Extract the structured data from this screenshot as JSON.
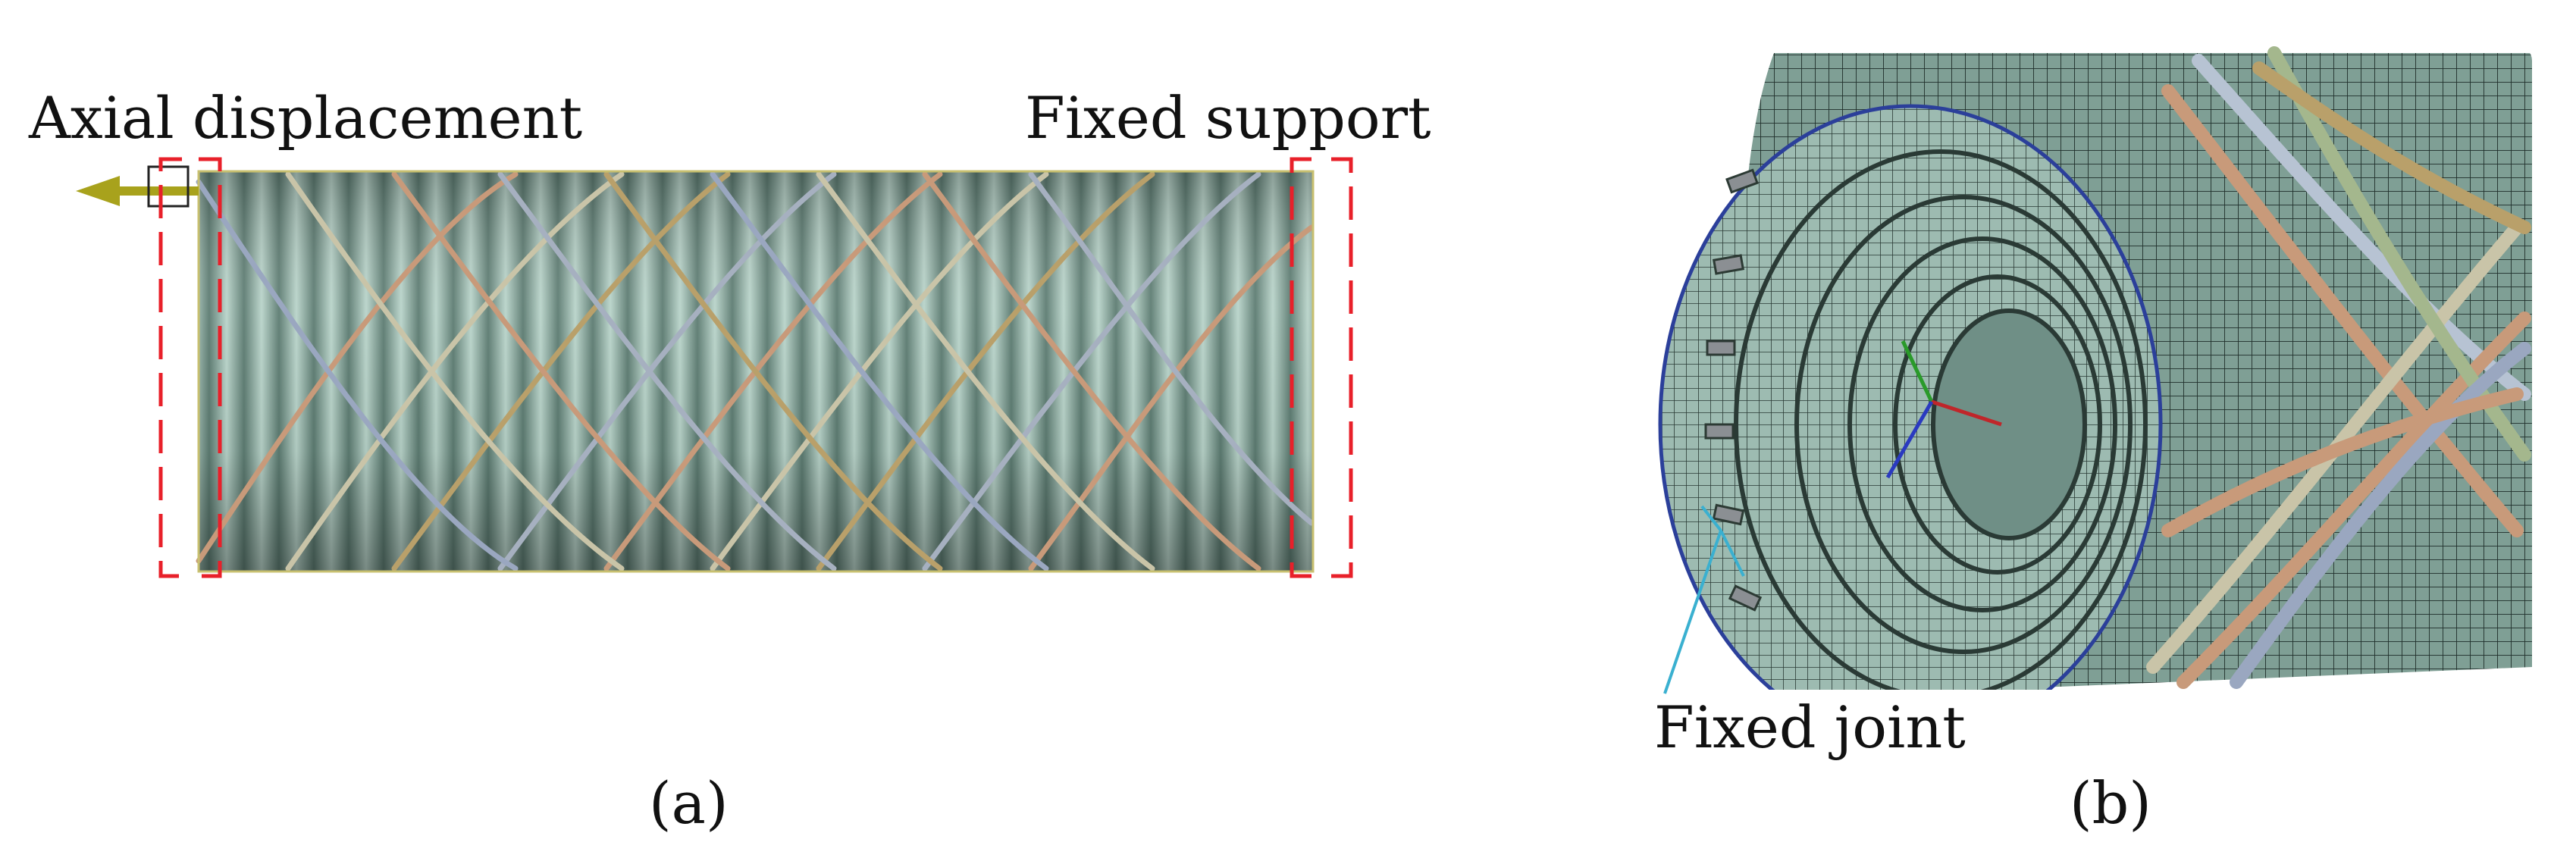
{
  "panel_a": {
    "label_left": "Axial displacement",
    "label_right": "Fixed support",
    "caption": "(a)"
  },
  "panel_b": {
    "label": "Fixed joint",
    "caption": "(b)"
  },
  "colors": {
    "tube": "#8fb3a6",
    "tube_dark": "#4f6f64",
    "boundary_marker": "#e8202a",
    "arrow": "#a8a21c",
    "mesh_line": "#1d2a26",
    "callout": "#3ab0d0"
  }
}
